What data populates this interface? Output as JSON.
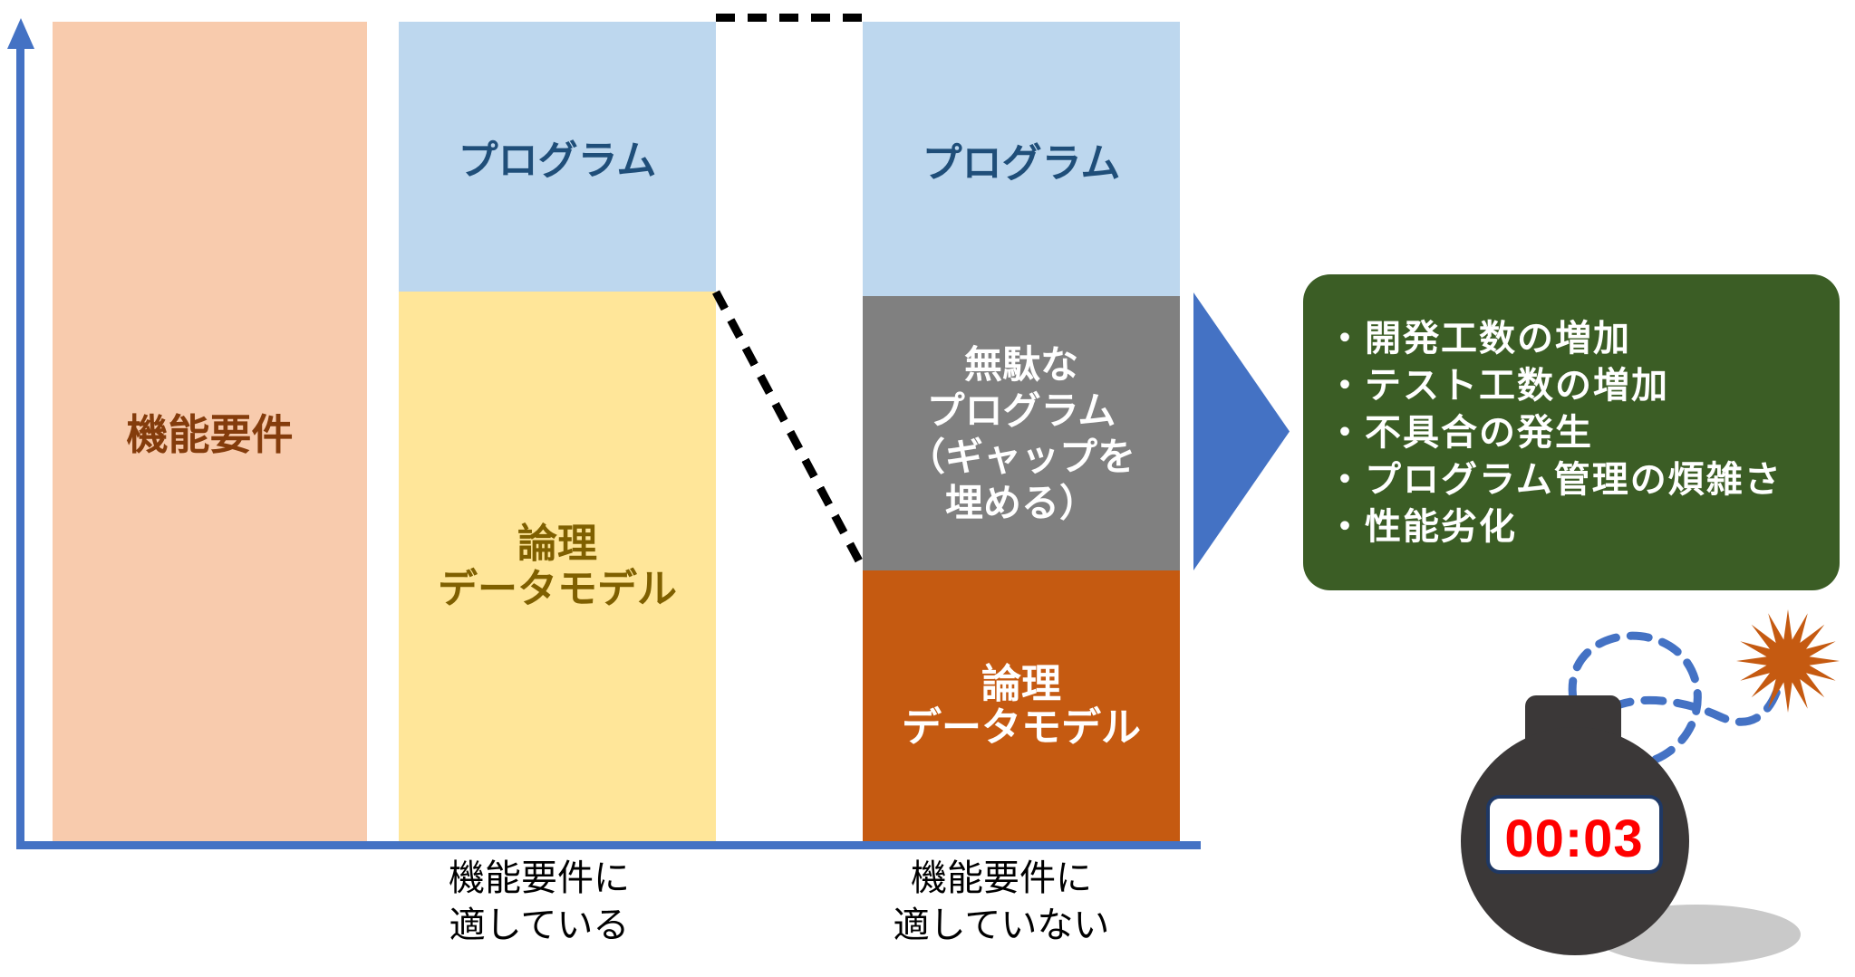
{
  "palette": {
    "axis_blue": "#4472C4",
    "bar_peach": "#F8CBAD",
    "bar_light_blue": "#BDD7EE",
    "bar_yellow": "#FFE699",
    "bar_gray": "#808080",
    "bar_orange": "#C55A11",
    "callout_green": "#3B5D25",
    "bomb_body": "#3B3838",
    "bomb_shadow": "#C9C9C9",
    "timer_red": "#FF0000",
    "timer_border_navy": "#1F3864",
    "text_dark_blue": "#1F4E79",
    "text_brown": "#843C0C",
    "text_olive": "#7F6000",
    "text_white": "#FFFFFF",
    "text_black": "#000000",
    "dash_black": "#000000",
    "spark_orange": "#C55A11",
    "fuse_blue": "#4472C4"
  },
  "bars": {
    "requirement": {
      "label": "機能要件"
    },
    "fit": {
      "program_label": "プログラム",
      "model_lines": [
        "論理",
        "データモデル"
      ]
    },
    "unfit": {
      "program_label": "プログラム",
      "waste_lines": [
        "無駄な",
        "プログラム",
        "（ギャップを",
        "埋める）"
      ],
      "model_lines": [
        "論理",
        "データモデル"
      ]
    }
  },
  "axes": {
    "x_labels": [
      {
        "lines": [
          "機能要件に",
          "適している"
        ]
      },
      {
        "lines": [
          "機能要件に",
          "適していない"
        ]
      }
    ]
  },
  "callout": {
    "items": [
      "・開発工数の増加",
      "・テスト工数の増加",
      "・不具合の発生",
      "・プログラム管理の煩雑さ",
      "・性能劣化"
    ]
  },
  "bomb": {
    "timer": "00:03"
  },
  "icons": {
    "y_axis_arrow": "up-arrow",
    "flow_arrow": "right-pointing-triangle",
    "bomb": "bomb",
    "fuse": "dashed-curved-fuse",
    "spark": "starburst",
    "shadow": "ground-shadow"
  }
}
